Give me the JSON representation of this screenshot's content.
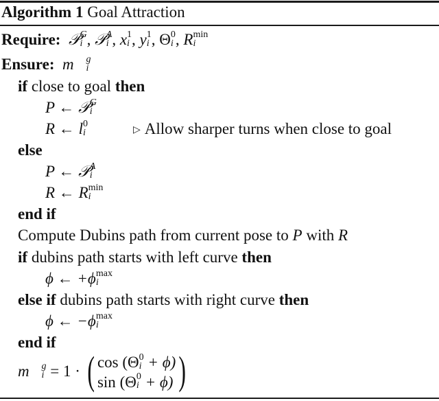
{
  "algorithm": {
    "label": "Algorithm 1",
    "title": "Goal Attraction",
    "require_keyword": "Require:",
    "ensure_keyword": "Ensure:",
    "require_args": [
      {
        "base": "𝒫",
        "sup": "G",
        "sub": "i"
      },
      {
        "base": "𝒫",
        "sup": "A",
        "sub": "i"
      },
      {
        "base": "x",
        "sup": "1",
        "sub": "i"
      },
      {
        "base": "y",
        "sup": "1",
        "sub": "i"
      },
      {
        "base": "Θ",
        "sup": "0",
        "sub": "i"
      },
      {
        "base": "R",
        "sup": "min",
        "sub": "i"
      }
    ],
    "ensure_output": {
      "base": "m⃗",
      "sup": "g",
      "sub": "i"
    },
    "keywords": {
      "if": "if",
      "then": "then",
      "else": "else",
      "end_if": "end if",
      "else_if": "else if"
    },
    "lines": {
      "cond1": "close to goal",
      "assign_p": "P ←",
      "assign_r": "R ←",
      "p_goal": {
        "base": "𝒫",
        "sup": "G",
        "sub": "i"
      },
      "r_goal": {
        "base": "l",
        "sup": "0",
        "sub": "i"
      },
      "comment": "Allow sharper turns when close to goal",
      "comment_symbol": "▷",
      "p_alt": {
        "base": "𝒫",
        "sup": "A",
        "sub": "i"
      },
      "r_alt": {
        "base": "R",
        "sup": "min",
        "sub": "i"
      },
      "compute_text_1": "Compute Dubins path from current pose to",
      "compute_var_p": "P",
      "compute_text_2": "with",
      "compute_var_r": "R",
      "cond2": "dubins path starts with left curve",
      "phi_plus": "ϕ ← +ϕ",
      "cond3": "dubins path starts with right curve",
      "phi_minus": "ϕ ← −ϕ",
      "phi_sup": "max",
      "phi_sub": "i",
      "final_lhs": "m⃗",
      "final_lhs_sup": "g",
      "final_lhs_sub": "i",
      "final_eq": "= 1 ·",
      "final_row1_fn": "cos",
      "final_row2_fn": "sin",
      "final_arg_open": "(Θ",
      "final_arg_sup": "0",
      "final_arg_sub": "i",
      "final_arg_close": "+ ϕ)"
    }
  }
}
